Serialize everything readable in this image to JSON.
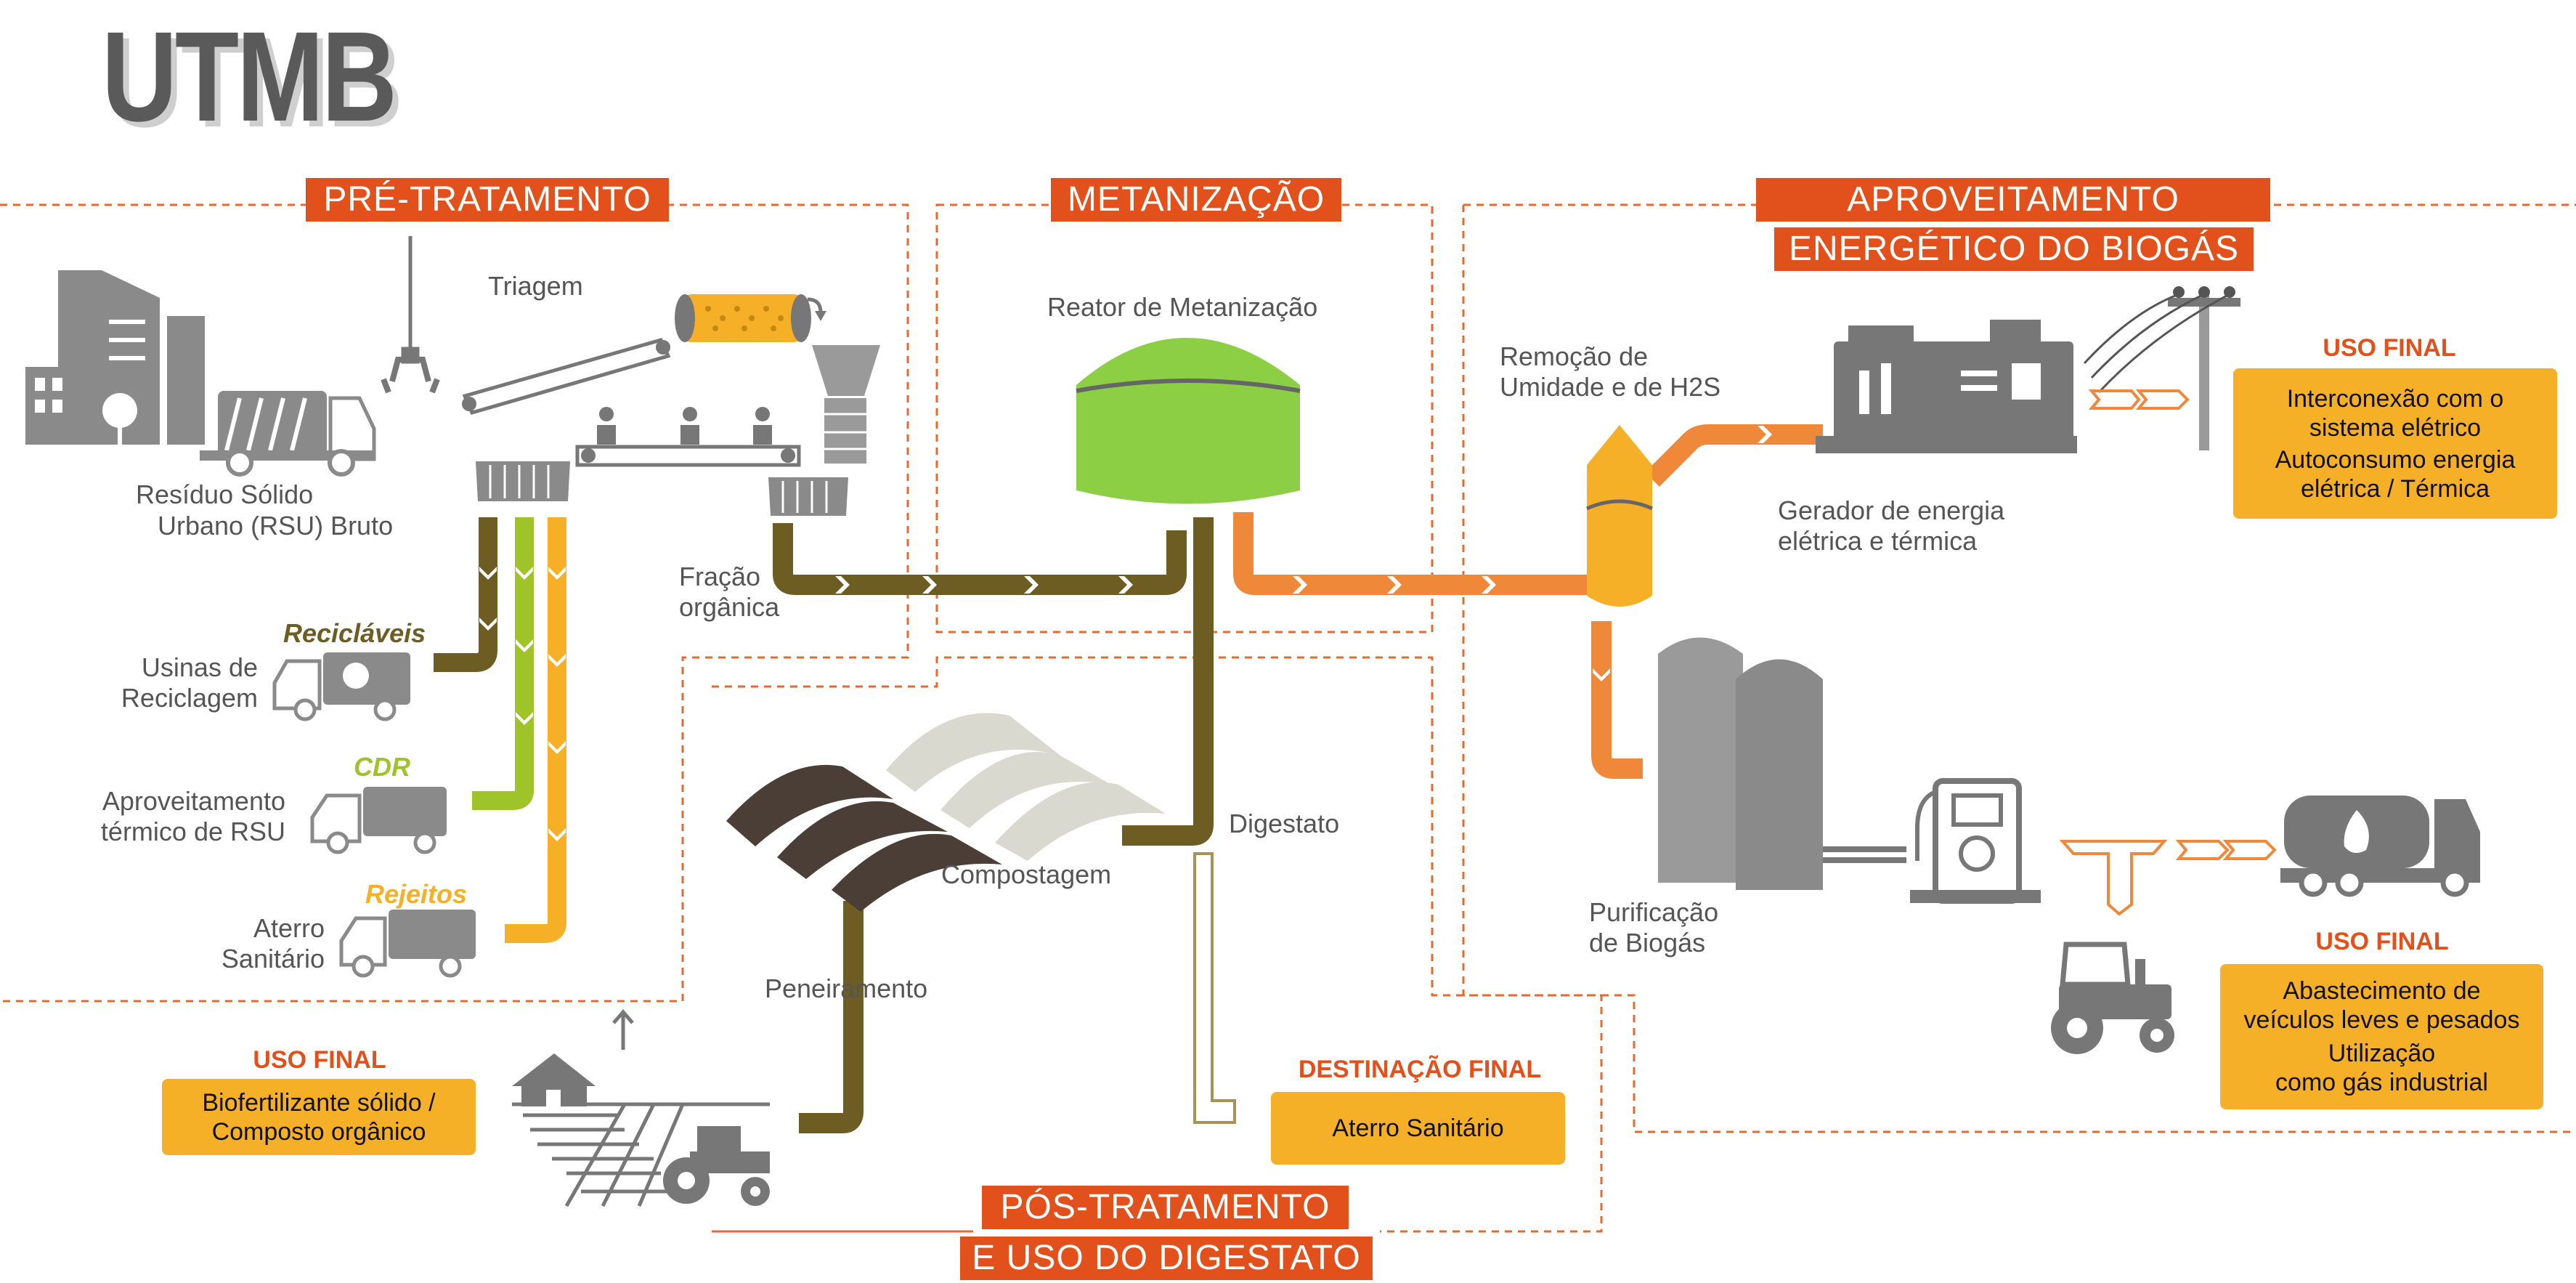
{
  "logo": "UTMB",
  "sections": {
    "pre": "PRÉ-TRATAMENTO",
    "met": "METANIZAÇÃO",
    "aprov_1": "APROVEITAMENTO",
    "aprov_2": "ENERGÉTICO DO BIOGÁS",
    "pos_1": "PÓS-TRATAMENTO",
    "pos_2": "E USO DO DIGESTATO"
  },
  "labels": {
    "rsu_1": "Resíduo Sólido",
    "rsu_2": "Urbano (RSU) Bruto",
    "triagem": "Triagem",
    "fracao_1": "Fração",
    "fracao_2": "orgânica",
    "reciclaveis": "Recicláveis",
    "usinas_1": "Usinas de",
    "usinas_2": "Reciclagem",
    "cdr": "CDR",
    "aprov_termico_1": "Aproveitamento",
    "aprov_termico_2": "térmico de RSU",
    "rejeitos": "Rejeitos",
    "aterro_1": "Aterro",
    "aterro_2": "Sanitário",
    "reator": "Reator de Metanização",
    "digestato": "Digestato",
    "compostagem": "Compostagem",
    "peneiramento": "Peneiramento",
    "remocao_1": "Remoção de",
    "remocao_2": "Umidade e de H2S",
    "gerador_1": "Gerador de energia",
    "gerador_2": "elétrica e térmica",
    "purif_1": "Purificação",
    "purif_2": "de Biogás"
  },
  "final_uses": {
    "energia": {
      "title": "USO FINAL",
      "line1": "Interconexão com o",
      "line2": "sistema elétrico",
      "line3": "Autoconsumo energia",
      "line4": "elétrica / Térmica"
    },
    "biogas": {
      "title": "USO FINAL",
      "line1": "Abastecimento de",
      "line2": "veículos leves e pesados",
      "line3": "Utilização",
      "line4": "como gás industrial"
    },
    "composto": {
      "title": "USO FINAL",
      "line1": "Biofertilizante sólido /",
      "line2": "Composto orgânico"
    },
    "destinacao": {
      "title": "DESTINAÇÃO FINAL",
      "line1": "Aterro Sanitário"
    }
  },
  "colors": {
    "accent": "#e2511b",
    "yellow_box": "#f5b027",
    "olive_flow": "#6e5d22",
    "lime_flow": "#9ec42a",
    "yellow_flow": "#f5b027",
    "orange_flow": "#f0883a",
    "reactor_green": "#8ccf45",
    "icon_gray": "#777777"
  },
  "icons": [
    "buildings-icon",
    "garbage-truck-icon",
    "crane-claw-icon",
    "conveyor-belt-icon",
    "trommel-screen-icon",
    "hopper-icon",
    "workers-icon",
    "recycling-truck-icon",
    "reactor-dome-icon",
    "compost-windrows-icon",
    "scrubber-tower-icon",
    "generator-icon",
    "power-pole-icon",
    "gas-tanks-icon",
    "fuel-pump-icon",
    "gas-tanker-truck-icon",
    "tractor-icon",
    "farm-field-icon",
    "house-icon",
    "up-arrow-icon"
  ]
}
